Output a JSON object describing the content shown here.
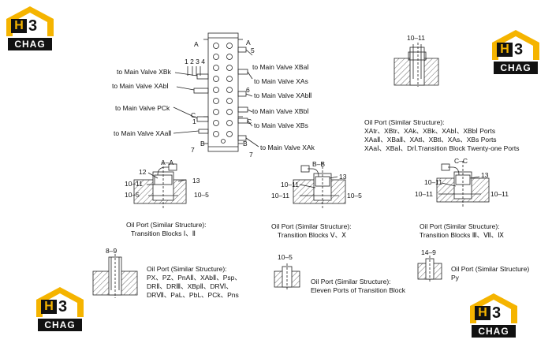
{
  "logo": {
    "letter": "H",
    "digit": "3",
    "word": "CHAG",
    "accent_color": "#f5b400"
  },
  "main_block": {
    "section_a": "A",
    "section_b": "B",
    "section_c": "C",
    "num_5": "5",
    "num_6": "6",
    "num_7": "7",
    "num_1": "1",
    "nums_1234": "1 2 3 4",
    "left_labels": [
      "to Main Valve XBk",
      "to Main Valve XAbⅠ",
      "to Main Valve PCk",
      "to Main Valve XAaⅡ"
    ],
    "right_labels": [
      "to Main Valve XBaⅠ",
      "to Main Valve XAs",
      "to Main Valve XAbⅡ",
      "to Main Valve XBbⅠ",
      "to Main Valve XBs",
      "to Main Valve XAk"
    ]
  },
  "top_right_detail": {
    "label": "10–11"
  },
  "oil_port_note": {
    "title": "Oil Port (Similar Structure):",
    "lines": [
      "XAtr、XBtr、XAk、XBk、XAbⅠ、XBbⅠ Ports",
      "XAaⅡ、XBaⅡ、XAtl、XBtl、XAs、XBs Ports",
      "XAaⅠ、XBaⅠ、DrⅠ.Transition Block Twenty-one Ports"
    ]
  },
  "sections": [
    {
      "title": "A–A",
      "top_num": "12",
      "num_10_11": "10–11",
      "num_13": "13",
      "num_10_5_left": "10–5",
      "num_10_5_right": "10–5",
      "caption_title": "Oil Port (Similar Structure):",
      "caption_body": "Transition Blocks Ⅰ、Ⅱ"
    },
    {
      "title": "B–B",
      "num_10_11": "10–11",
      "num_13": "13",
      "num_10_11_b": "10–11",
      "num_10_5": "10–5",
      "caption_title": "Oil Port (Similar Structure):",
      "caption_body": "Transition Blocks Ⅴ、Ⅹ"
    },
    {
      "title": "C–C",
      "num_10_11": "10–11",
      "num_13": "13",
      "num_10_11_b": "10–11",
      "num_10_11_c": "10–11",
      "caption_title": "Oil Port (Similar Structure):",
      "caption_body": "Transition Blocks Ⅲ、Ⅶ、Ⅸ"
    }
  ],
  "bottom": {
    "port_8_9": {
      "label": "8–9",
      "title": "Oil Port (Similar Structure):",
      "lines": [
        "PX、PZ、PnAⅡ、XAbⅡ、Psp、",
        "DRⅡ、DRⅢ、XBpⅡ、DRⅥ、",
        "DRⅦ、PaL、PbL、PCk、Pns"
      ]
    },
    "port_10_5": {
      "label": "10–5",
      "title": "Oil Port (Similar Structure):",
      "body": "Eleven Ports of Transition Block"
    },
    "port_14_9": {
      "label": "14–9",
      "title": "Oil Port (Similar Structure)",
      "body": "Py"
    }
  }
}
